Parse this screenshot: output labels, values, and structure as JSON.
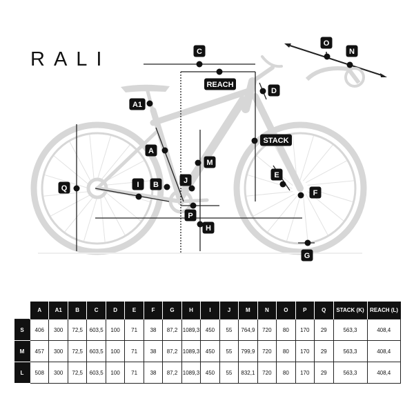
{
  "brand": {
    "logo": "RALI"
  },
  "diagram_labels": {
    "a": "A",
    "a1": "A1",
    "b": "B",
    "c": "C",
    "d": "D",
    "e": "E",
    "f": "F",
    "g": "G",
    "h": "H",
    "i": "I",
    "j": "J",
    "m": "M",
    "n": "N",
    "o": "O",
    "p": "P",
    "q": "Q",
    "reach": "REACH",
    "stack": "STACK"
  },
  "table": {
    "headers": [
      "A",
      "A1",
      "B",
      "C",
      "D",
      "E",
      "F",
      "G",
      "H",
      "I",
      "J",
      "M",
      "N",
      "O",
      "P",
      "Q",
      "STACK (K)",
      "REACH (L)"
    ],
    "rows": [
      {
        "size": "S",
        "values": [
          "406",
          "300",
          "72,5",
          "603,5",
          "100",
          "71",
          "38",
          "87,2",
          "1089,3",
          "450",
          "55",
          "764,9",
          "720",
          "80",
          "170",
          "29",
          "563,3",
          "408,4"
        ]
      },
      {
        "size": "M",
        "values": [
          "457",
          "300",
          "72,5",
          "603,5",
          "100",
          "71",
          "38",
          "87,2",
          "1089,3",
          "450",
          "55",
          "799,9",
          "720",
          "80",
          "170",
          "29",
          "563,3",
          "408,4"
        ]
      },
      {
        "size": "L",
        "values": [
          "508",
          "300",
          "72,5",
          "603,5",
          "100",
          "71",
          "38",
          "87,2",
          "1089,3",
          "450",
          "55",
          "832,1",
          "720",
          "80",
          "170",
          "29",
          "563,3",
          "408,4"
        ]
      }
    ]
  },
  "colors": {
    "frame": "#d7d7d7",
    "dim_line": "#222222",
    "badge": "#111111"
  }
}
